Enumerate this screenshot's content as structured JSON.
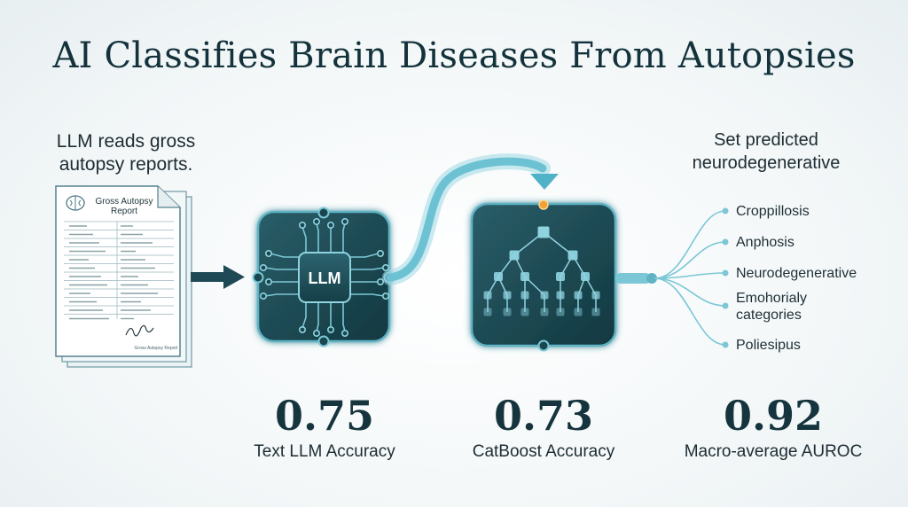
{
  "title": "AI Classifies Brain Diseases From Autopsies",
  "caption_left": [
    "LLM reads gross",
    "autopsy reports."
  ],
  "caption_right": [
    "Set predicted",
    "neurodegenerative"
  ],
  "report": {
    "title_lines": [
      "Gross Autopsy",
      "Report"
    ],
    "footer": "Gross Autopsy Report"
  },
  "llm_chip_label": "LLM",
  "classes": [
    {
      "lines": [
        "Croppillosis"
      ]
    },
    {
      "lines": [
        "Anphosis"
      ]
    },
    {
      "lines": [
        "Neurodegenerative"
      ]
    },
    {
      "lines": [
        "Emohorialy",
        "categories"
      ]
    },
    {
      "lines": [
        "Poliesipus"
      ]
    }
  ],
  "metrics": [
    {
      "value": "0.75",
      "label": "Text LLM Accuracy"
    },
    {
      "value": "0.73",
      "label": "CatBoost Accuracy"
    },
    {
      "value": "0.92",
      "label": "Macro-average AUROC"
    }
  ],
  "colors": {
    "dark_teal": "#1a4650",
    "accent_cyan": "#7cc7d6",
    "node_fill": "#8fd3e0",
    "orange_dot": "#f0a23a"
  }
}
